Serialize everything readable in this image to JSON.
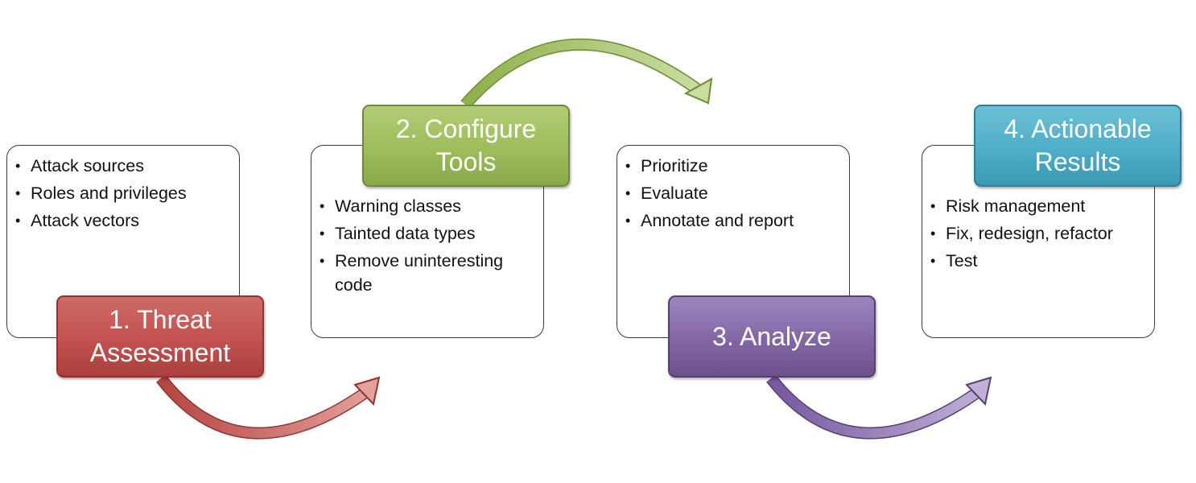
{
  "steps": [
    {
      "label": [
        "1.  Threat",
        "Assessment"
      ],
      "items": [
        "Attack sources",
        "Roles and privileges",
        "Attack vectors"
      ],
      "color": "#c0504d"
    },
    {
      "label": [
        "2. Configure",
        "Tools"
      ],
      "items": [
        "Warning classes",
        "Tainted data types",
        "Remove uninteresting code"
      ],
      "color": "#9bbb59"
    },
    {
      "label": [
        "3. Analyze"
      ],
      "items": [
        "Prioritize",
        "Evaluate",
        "Annotate and report"
      ],
      "color": "#8064a2"
    },
    {
      "label": [
        "4. Actionable",
        "Results"
      ],
      "items": [
        "Risk management",
        "Fix, redesign, refactor",
        "Test"
      ],
      "color": "#4bacc6"
    }
  ],
  "connectors": [
    {
      "from": 1,
      "to": 2,
      "color": "#c0504d"
    },
    {
      "from": 2,
      "to": 3,
      "color": "#9bbb59"
    },
    {
      "from": 3,
      "to": 4,
      "color": "#8064a2"
    }
  ]
}
